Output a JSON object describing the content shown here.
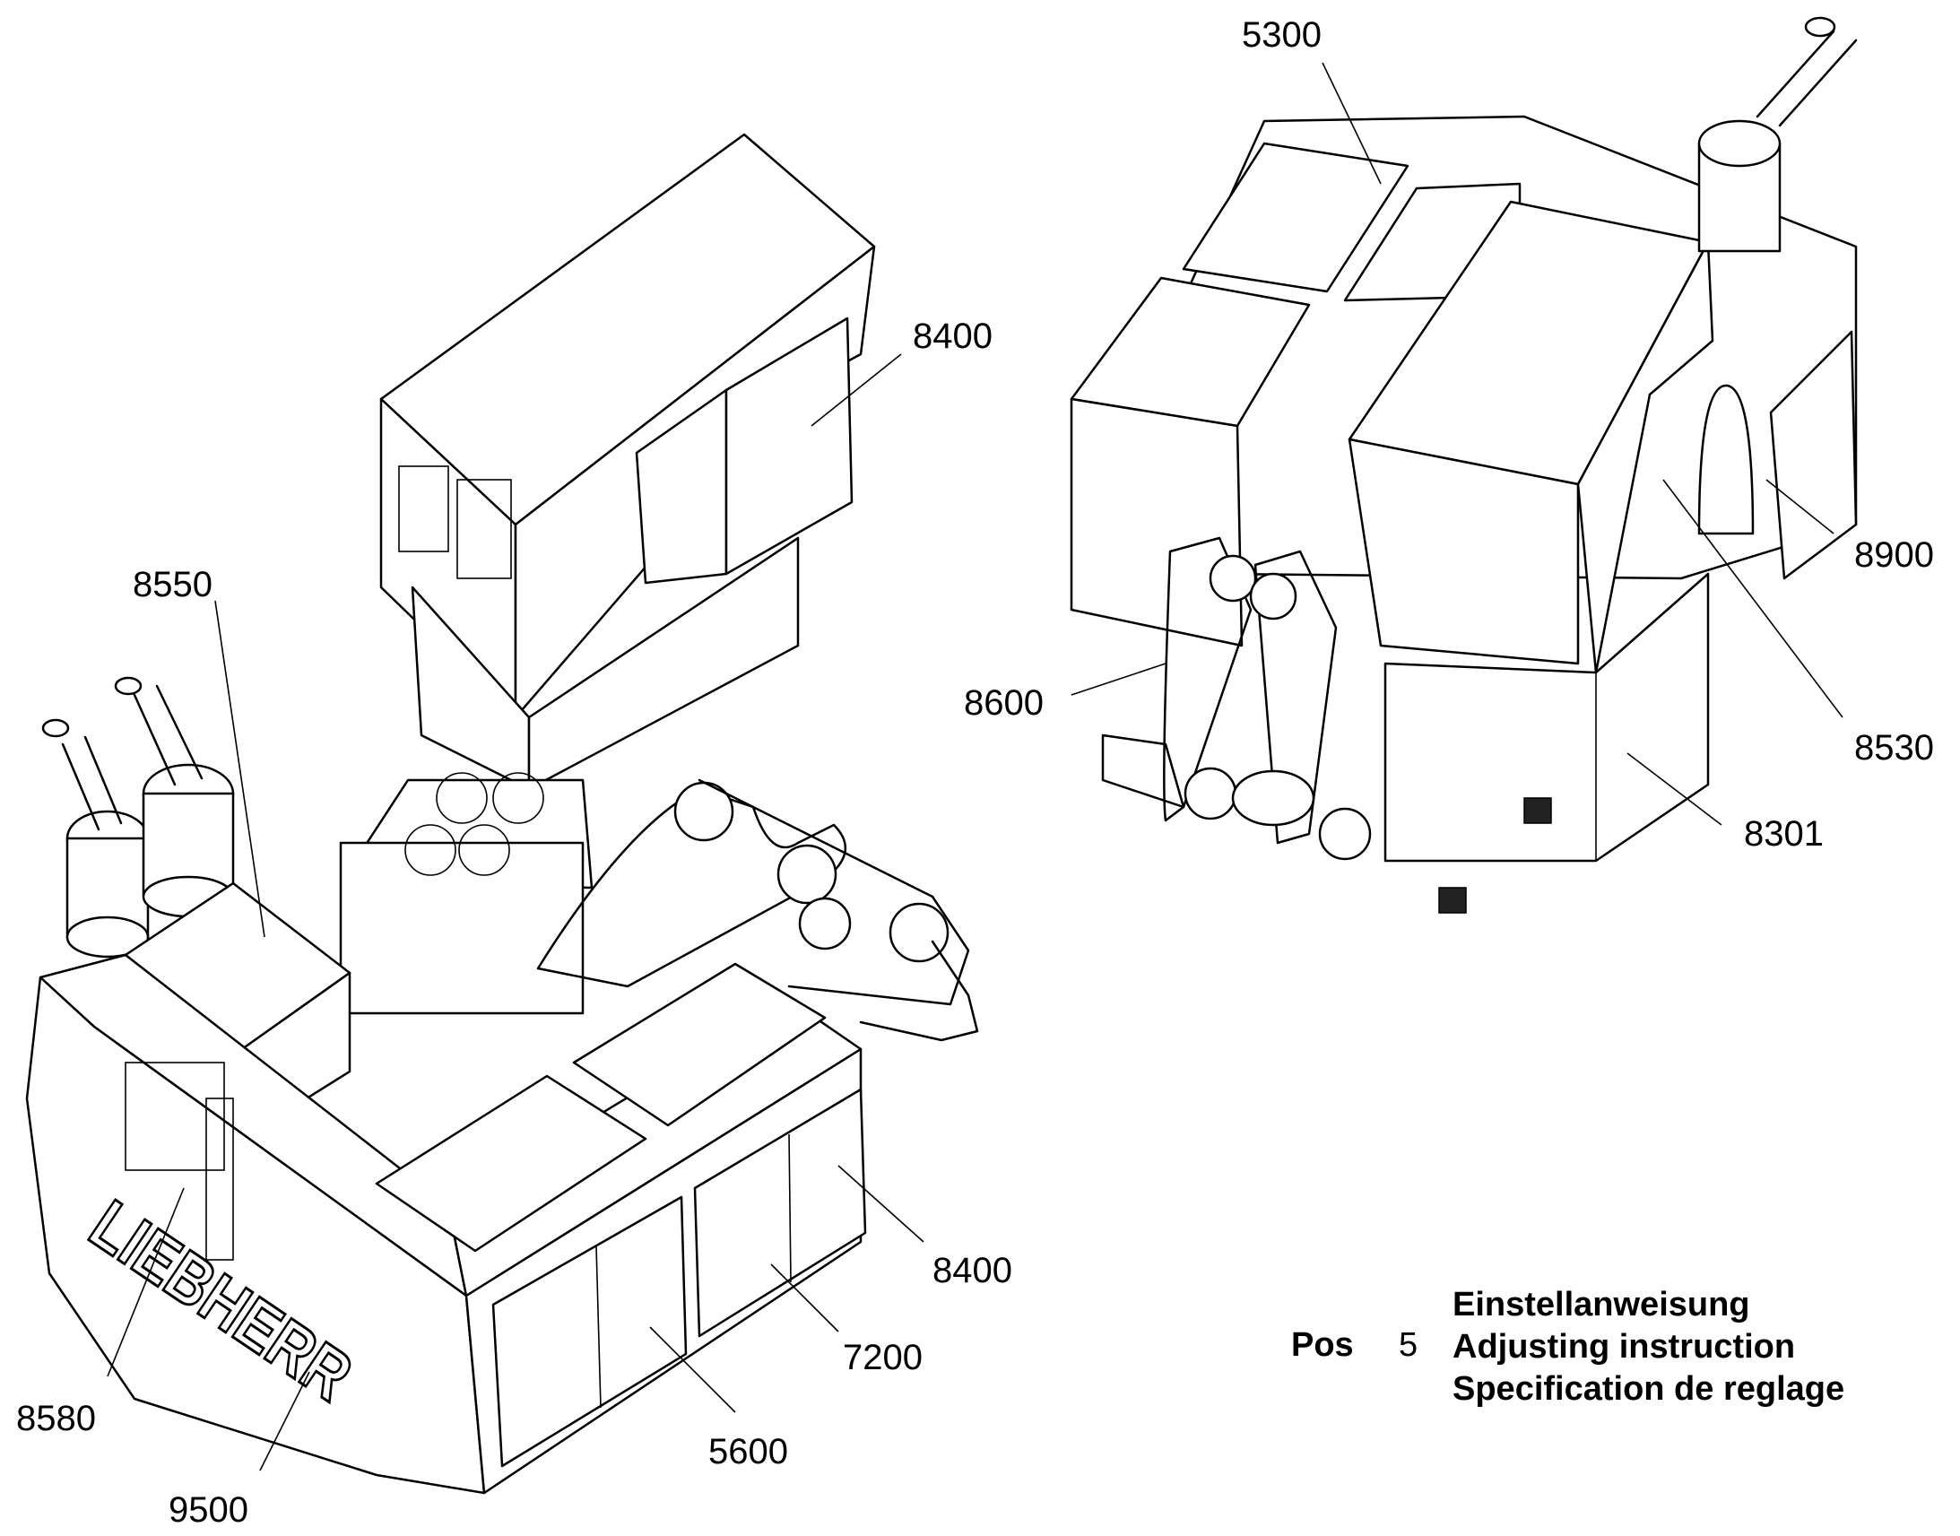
{
  "left_view": {
    "callouts": [
      {
        "id": "c8550",
        "label": "8550"
      },
      {
        "id": "c8400a",
        "label": "8400"
      },
      {
        "id": "c8400b",
        "label": "8400"
      },
      {
        "id": "c7200",
        "label": "7200"
      },
      {
        "id": "c5600",
        "label": "5600"
      },
      {
        "id": "c8580",
        "label": "8580"
      },
      {
        "id": "c9500",
        "label": "9500"
      }
    ],
    "logo_text": "LIEBHERR"
  },
  "right_view": {
    "callouts": [
      {
        "id": "c5300",
        "label": "5300"
      },
      {
        "id": "c8900",
        "label": "8900"
      },
      {
        "id": "c8600",
        "label": "8600"
      },
      {
        "id": "c8530",
        "label": "8530"
      },
      {
        "id": "c8301",
        "label": "8301"
      }
    ]
  },
  "title_block": {
    "pos_label": "Pos",
    "pos_number": "5",
    "lines": [
      "Einstellanweisung",
      "Adjusting instruction",
      "Specification de reglage"
    ]
  }
}
